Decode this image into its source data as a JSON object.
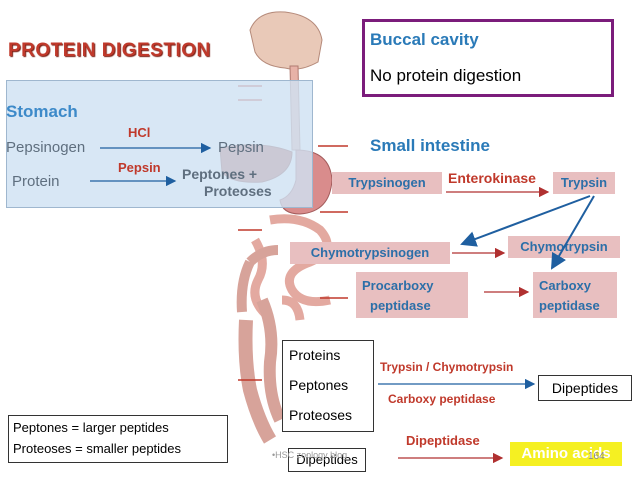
{
  "title": "PROTEIN  DIGESTION",
  "buccal": {
    "heading": "Buccal cavity",
    "text": "No protein digestion"
  },
  "stomach": {
    "heading": "Stomach",
    "reaction1": {
      "substrate": "Pepsinogen",
      "enzyme": "HCl",
      "product": "Pepsin"
    },
    "reaction2": {
      "substrate": "Protein",
      "enzyme": "Pepsin",
      "product_line1": "Peptones +",
      "product_line2": "Proteoses"
    }
  },
  "small_intestine": {
    "heading": "Small intestine",
    "trypsinogen": "Trypsinogen",
    "enterokinase": "Enterokinase",
    "trypsin": "Trypsin",
    "chymotrypsinogen": "Chymotrypsinogen",
    "chymotrypsin": "Chymotrypsin",
    "procarboxy_line1": "Procarboxy",
    "procarboxy_line2": "peptidase",
    "carboxy_line1": "Carboxy",
    "carboxy_line2": "peptidase"
  },
  "substrates": {
    "line1": "Proteins",
    "line2": "Peptones",
    "line3": "Proteoses"
  },
  "enzymes": {
    "trypsin_chymo": "Trypsin / Chymotrypsin",
    "carboxy": "Carboxy peptidase",
    "dipeptidase": "Dipeptidase"
  },
  "products": {
    "dipeptides": "Dipeptides",
    "dipeptides_input": "Dipeptides",
    "amino_acids": "Amino acids"
  },
  "legend": {
    "line1": "Peptones = larger peptides",
    "line2": "Proteoses = smaller peptides"
  },
  "watermark": "•HSC zoology blog",
  "slide_number": "164",
  "colors": {
    "title": "#c0392b",
    "heading": "#2a7ab8",
    "enzyme": "#c0392b",
    "pink_box": "#e8bfc0",
    "stomach_panel": "#cfe2f3",
    "buccal_border": "#7b1c7b",
    "amino_box": "#f5f022"
  }
}
